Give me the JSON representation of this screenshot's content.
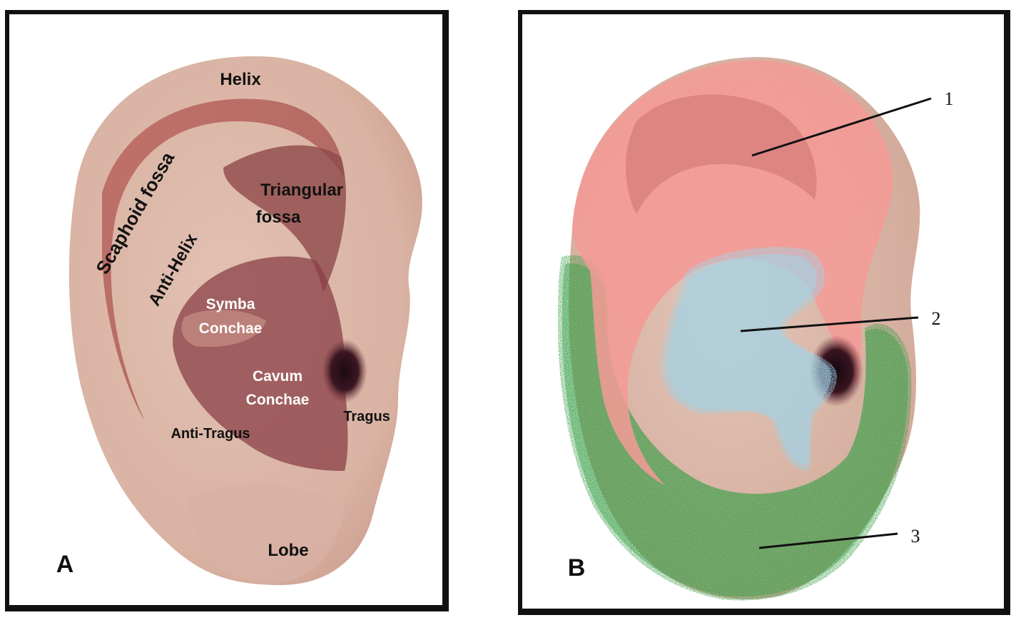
{
  "panel_a": {
    "letter": "A",
    "labels": {
      "helix": "Helix",
      "scaphoid_fossa": "Scaphoid fossa",
      "anti_helix": "Anti-Helix",
      "triangular_fossa_line1": "Triangular",
      "triangular_fossa_line2": "fossa",
      "symba_conchae_line1": "Symba",
      "symba_conchae_line2": "Conchae",
      "cavum_conchae_line1": "Cavum",
      "cavum_conchae_line2": "Conchae",
      "tragus": "Tragus",
      "anti_tragus": "Anti-Tragus",
      "lobe": "Lobe"
    }
  },
  "panel_b": {
    "letter": "B",
    "callouts": [
      "1",
      "2",
      "3"
    ],
    "region_colors": {
      "zone_1": "#f59a96",
      "zone_2": "#9fd4e8",
      "zone_3": "#3aa04a"
    }
  }
}
